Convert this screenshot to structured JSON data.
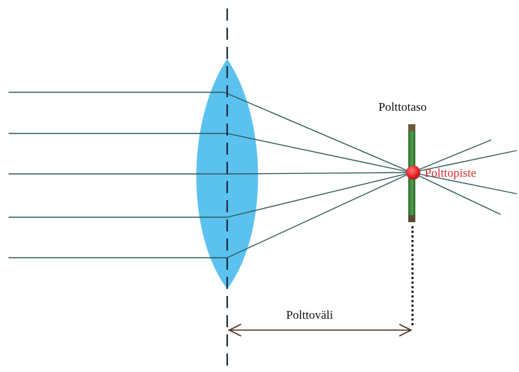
{
  "labels": {
    "focal_plane": "Polttotaso",
    "focal_point": "Polttopiste",
    "focal_length": "Polttoväli"
  },
  "colors": {
    "lens": "#5bc2ef",
    "ray": "#2f5a58",
    "axis": "#1c2e40",
    "focal_plane": "#3f8a3a",
    "focal_point": "#e8262a",
    "focal_point_label": "#d82a2a",
    "distance_arrow": "#4a2a1c"
  },
  "icons": {
    "lens": "biconvex-lens-icon",
    "focal_point": "red-dot-icon",
    "focal_plane": "focal-plane-bar-icon"
  }
}
